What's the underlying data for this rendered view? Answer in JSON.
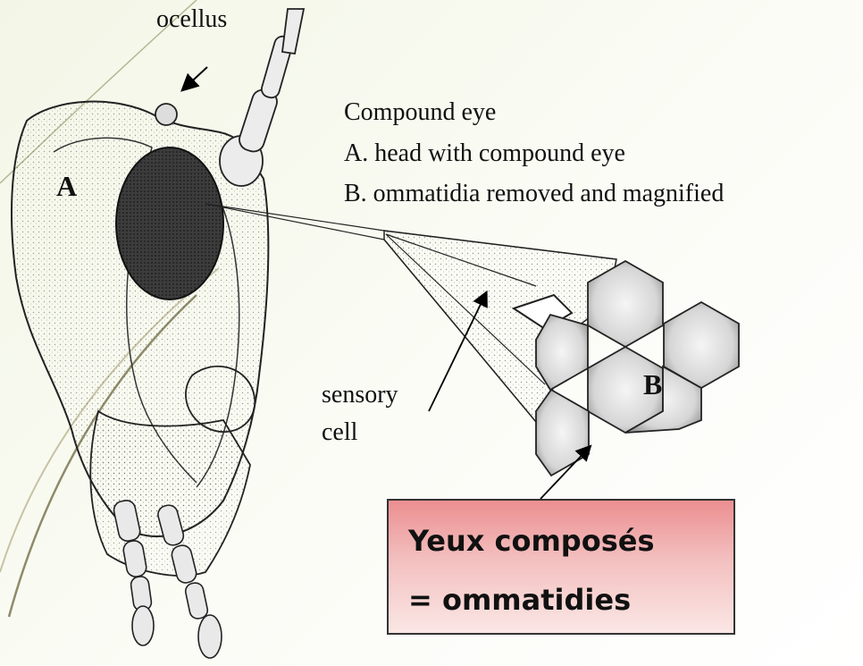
{
  "labels": {
    "ocellus": "ocellus",
    "head_letter": "A",
    "title": "Compound eye",
    "caption_a": "A. head with compound eye",
    "caption_b": "B. ommatidia removed and magnified",
    "sensory": "sensory",
    "cell": "cell",
    "magnified_letter": "B"
  },
  "callout": {
    "line1": "Yeux composés",
    "line2": "= ommatidies"
  },
  "colors": {
    "callout_top": "#ec8f91",
    "callout_bottom": "#fae7e5",
    "ink": "#111111",
    "slide_accent": "#b5b592"
  }
}
